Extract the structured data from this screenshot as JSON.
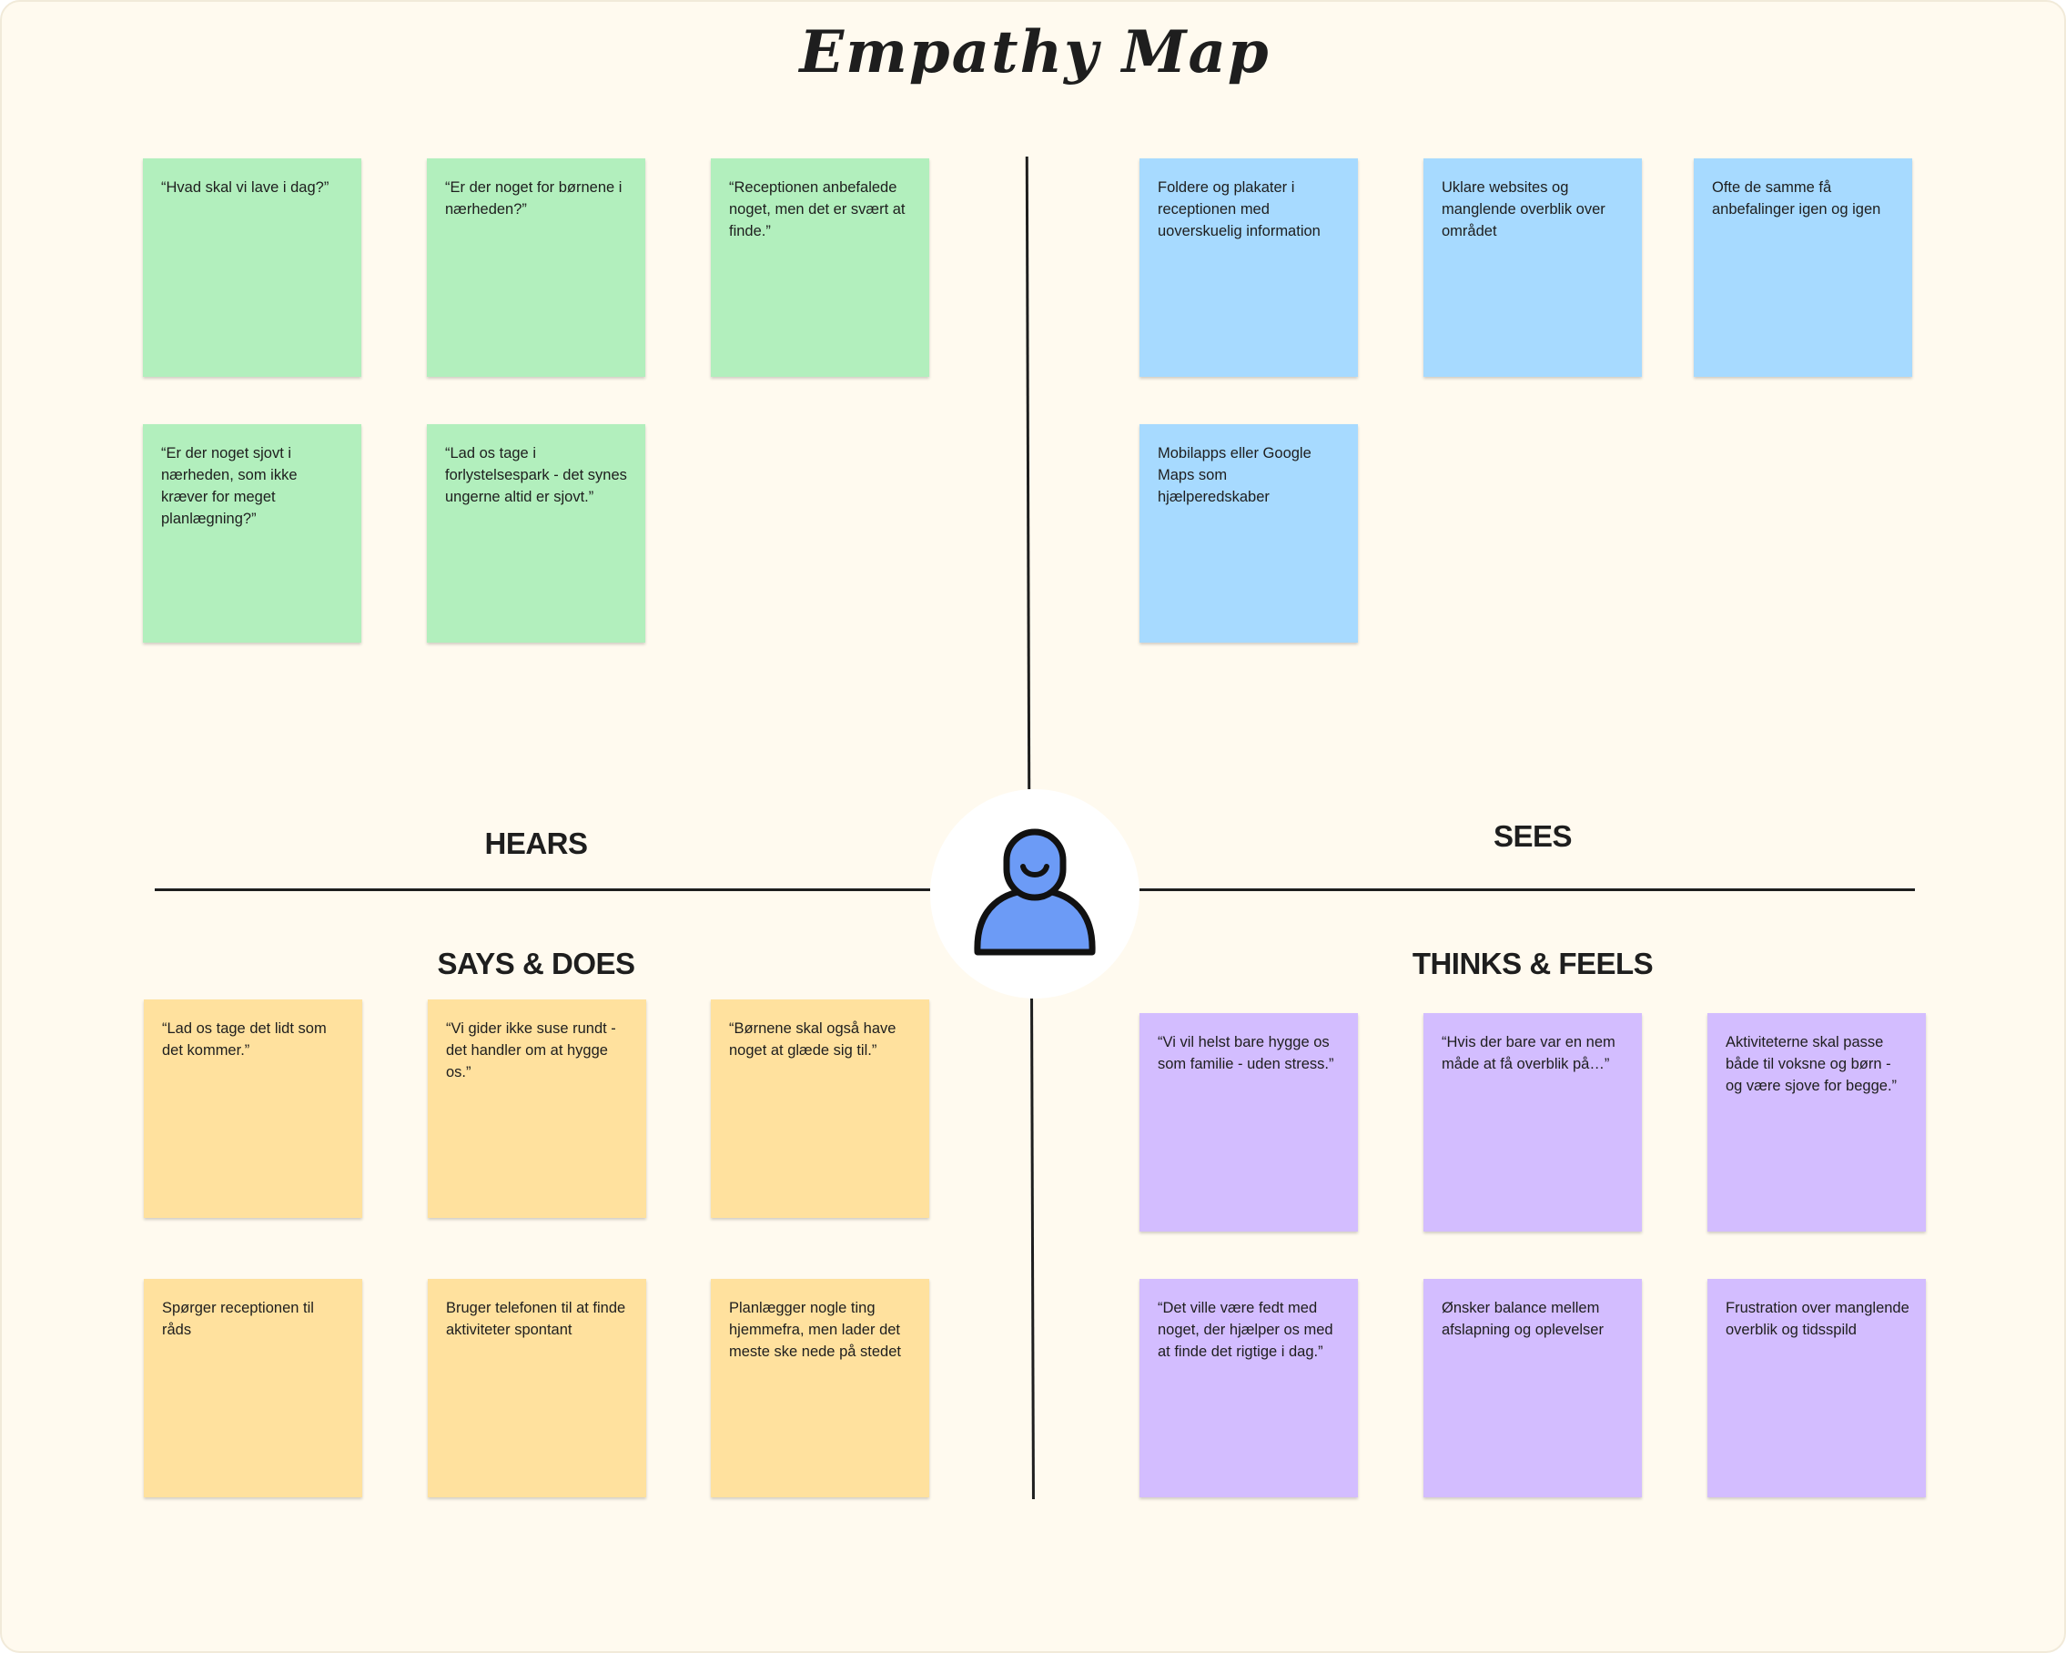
{
  "title": "Empathy Map",
  "quadrants": {
    "hears": {
      "label": "HEARS",
      "notes": [
        "“Hvad skal vi lave i dag?”",
        "“Er der noget for børnene i nærheden?”",
        "“Receptionen anbefalede noget, men det er svært at finde.”",
        "“Er der noget sjovt i nærheden, som ikke kræver for meget planlægning?”",
        "“Lad os tage i forlystelsespark - det synes ungerne altid er sjovt.”"
      ]
    },
    "sees": {
      "label": "SEES",
      "notes": [
        "Foldere og plakater i receptionen med uoverskuelig information",
        "Uklare websites og manglende overblik over området",
        "Ofte de samme få anbefalinger igen og igen",
        "Mobilapps eller Google Maps som hjælperedskaber"
      ]
    },
    "says_does": {
      "label": "SAYS & DOES",
      "notes": [
        "“Lad os tage det lidt som det kommer.”",
        "“Vi gider ikke suse rundt - det handler om at hygge os.”",
        "“Børnene skal også have noget at glæde sig til.”",
        "Spørger receptionen til råds",
        "Bruger telefonen til at finde aktiviteter spontant",
        "Planlægger nogle ting hjemmefra, men lader det meste ske nede på stedet"
      ]
    },
    "thinks_feels": {
      "label": "THINKS & FEELS",
      "notes": [
        "“Vi vil helst bare hygge os som familie - uden stress.”",
        "“Hvis der bare var en nem måde at få overblik på…”",
        "Aktiviteterne skal passe både til voksne og børn - og være sjove for begge.”",
        "“Det ville være fedt med noget, der hjælper os med at finde det rigtige i dag.”",
        "Ønsker balance mellem afslapning og oplevelser",
        "Frustration over manglende overblik og tidsspild"
      ]
    }
  },
  "center_icon": "person-icon",
  "colors": {
    "background": "#fffaef",
    "hears_notes": "#b2efbd",
    "sees_notes": "#a7daff",
    "says_does_notes": "#ffe19e",
    "thinks_feels_notes": "#d3bdff",
    "person_icon_fill": "#6c9bf6",
    "lines": "#1e1e1e"
  }
}
